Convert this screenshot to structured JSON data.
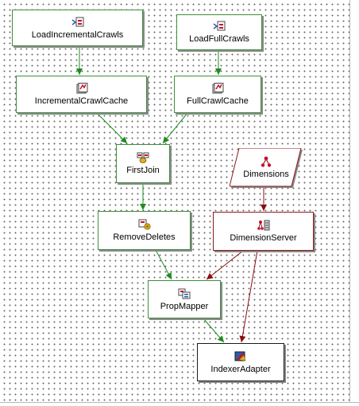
{
  "nodes": {
    "load_incremental": {
      "label": "LoadIncrementalCrawls",
      "icon": "record-adapter-icon"
    },
    "load_full": {
      "label": "LoadFullCrawls",
      "icon": "record-adapter-icon"
    },
    "incremental_cache": {
      "label": "IncrementalCrawlCache",
      "icon": "record-cache-icon"
    },
    "full_cache": {
      "label": "FullCrawlCache",
      "icon": "record-cache-icon"
    },
    "first_join": {
      "label": "FirstJoin",
      "icon": "record-join-icon"
    },
    "dimensions": {
      "label": "Dimensions",
      "icon": "dimension-adapter-icon"
    },
    "remove_deletes": {
      "label": "RemoveDeletes",
      "icon": "record-manipulator-icon"
    },
    "dimension_server": {
      "label": "DimensionServer",
      "icon": "dimension-server-icon"
    },
    "prop_mapper": {
      "label": "PropMapper",
      "icon": "property-mapper-icon"
    },
    "indexer_adapter": {
      "label": "IndexerAdapter",
      "icon": "indexer-adapter-icon"
    }
  },
  "colors": {
    "record_flow": "#1e8c1e",
    "dimension_flow": "#8b0d0d",
    "record_border": "#3e8e3e",
    "dimension_border": "#8b1a1a",
    "sink_border": "#1a1a1a"
  }
}
